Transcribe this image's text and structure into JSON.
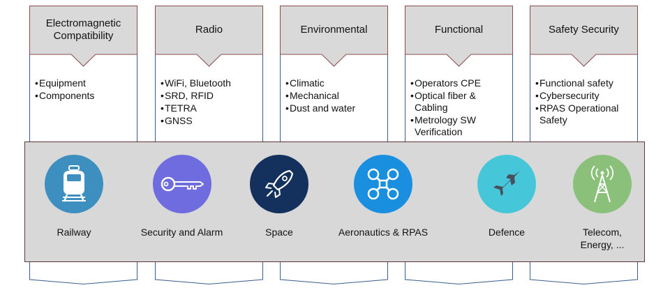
{
  "categories": [
    {
      "title": "Electromagnetic Compatibility",
      "items": [
        "Equipment",
        "Components"
      ]
    },
    {
      "title": "Radio",
      "items": [
        "WiFi, Bluetooth",
        "SRD, RFID",
        "TETRA",
        "GNSS"
      ]
    },
    {
      "title": "Environmental",
      "items": [
        "Climatic",
        "Mechanical",
        "Dust and water"
      ]
    },
    {
      "title": "Functional",
      "items": [
        "Operators CPE",
        "Optical fiber & Cabling",
        "Metrology  SW Verification"
      ]
    },
    {
      "title": "Safety Security",
      "items": [
        "Functional safety",
        "Cybersecurity",
        "RPAS Operational Safety"
      ]
    }
  ],
  "sectors": [
    {
      "label": "Railway",
      "icon": "train-icon",
      "color": "#3d8fc0"
    },
    {
      "label": "Security and Alarm",
      "icon": "key-icon",
      "color": "#6f6ce0"
    },
    {
      "label": "Space",
      "icon": "rocket-icon",
      "color": "#13315c"
    },
    {
      "label": "Aeronautics & RPAS",
      "icon": "drone-icon",
      "color": "#1a8fe0"
    },
    {
      "label": "Defence",
      "icon": "fighter-jet-icon",
      "color": "#45c7d9"
    },
    {
      "label": "Telecom, Energy, ...",
      "icon": "antenna-tower-icon",
      "color": "#8bc07a"
    }
  ]
}
